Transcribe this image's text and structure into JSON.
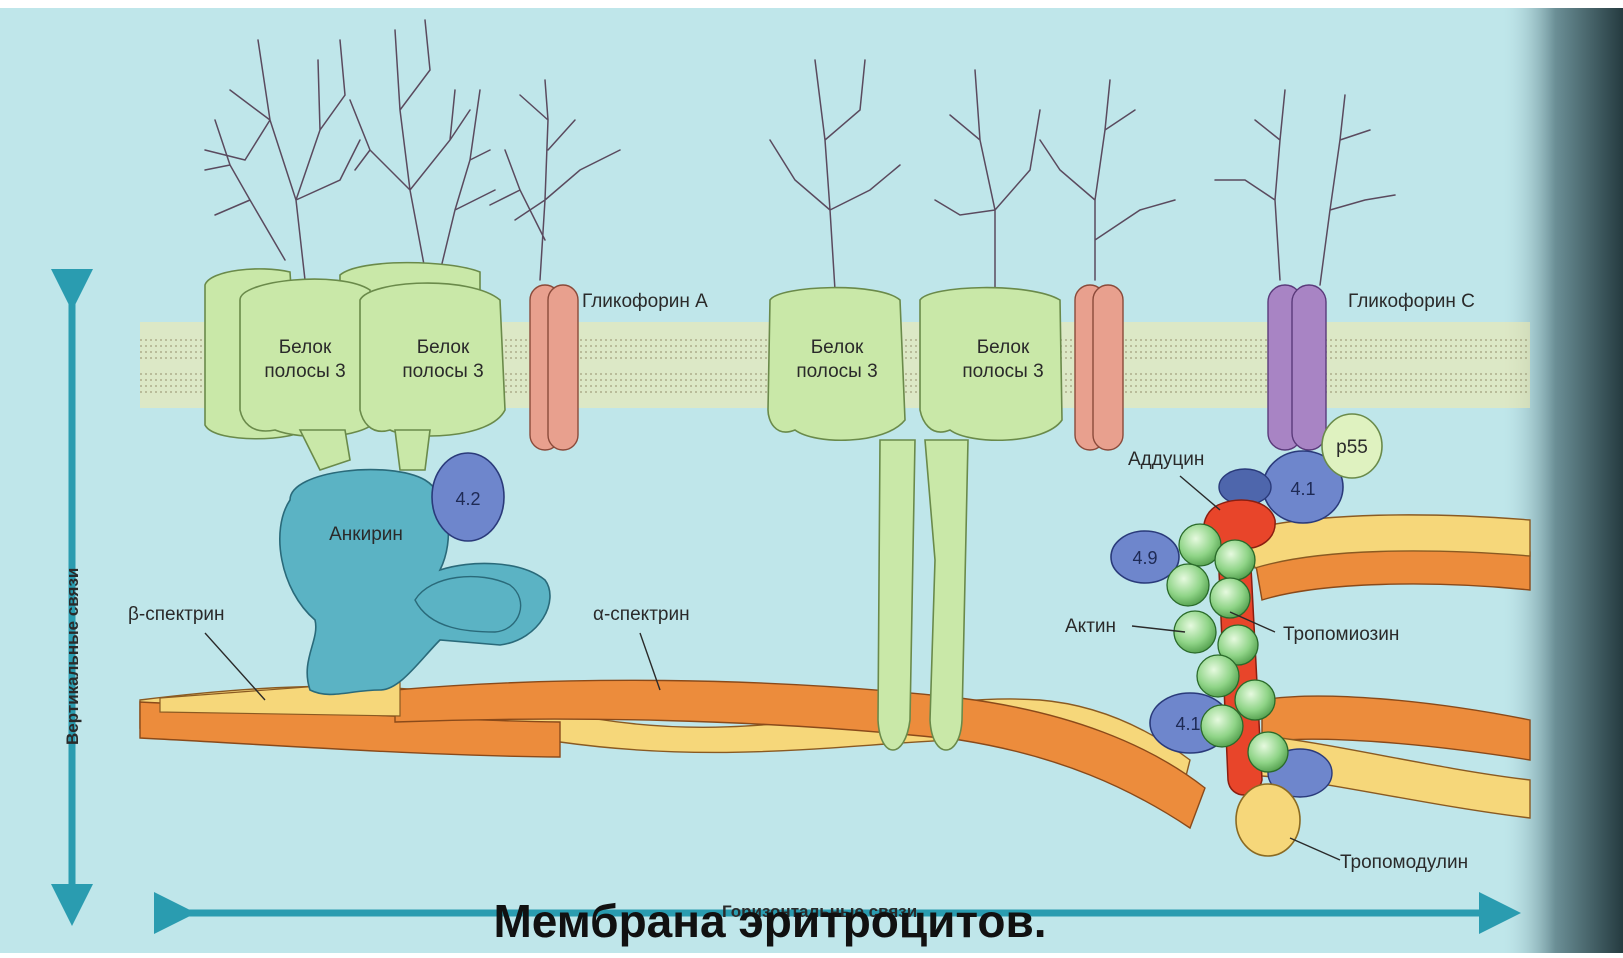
{
  "caption": "Мембрана эритроцитов.",
  "axes": {
    "vertical": "Вертикальные связи",
    "horizontal": "Горизонтальные связи"
  },
  "labels": {
    "band3_top": "Белок",
    "band3_bottom": "полосы 3",
    "glycophorin_a": "Гликофорин А",
    "glycophorin_c": "Гликофорин С",
    "ankyrin": "Анкирин",
    "protein_42": "4.2",
    "protein_41_top": "4.1",
    "protein_41_bottom": "4.1",
    "protein_49": "4.9",
    "p55": "p55",
    "adducin": "Аддуцин",
    "actin": "Актин",
    "tropomyosin": "Тропомиозин",
    "tropomodulin": "Тропомодулин",
    "beta_spectrin": "β-спектрин",
    "alpha_spectrin": "α-спектрин"
  },
  "colors": {
    "background": "#bfe6ea",
    "band3": "#c9e8a8",
    "glycophorin_a": "#e8a08e",
    "glycophorin_c": "#a884c4",
    "ankyrin": "#5bb3c4",
    "protein_4x": "#6e86cc",
    "actin": "#8fd487",
    "adducin": "#e8452a",
    "alpha_spectrin": "#ec8c3c",
    "beta_spectrin": "#f6d77a",
    "axis_arrow": "#2a9cb0"
  }
}
